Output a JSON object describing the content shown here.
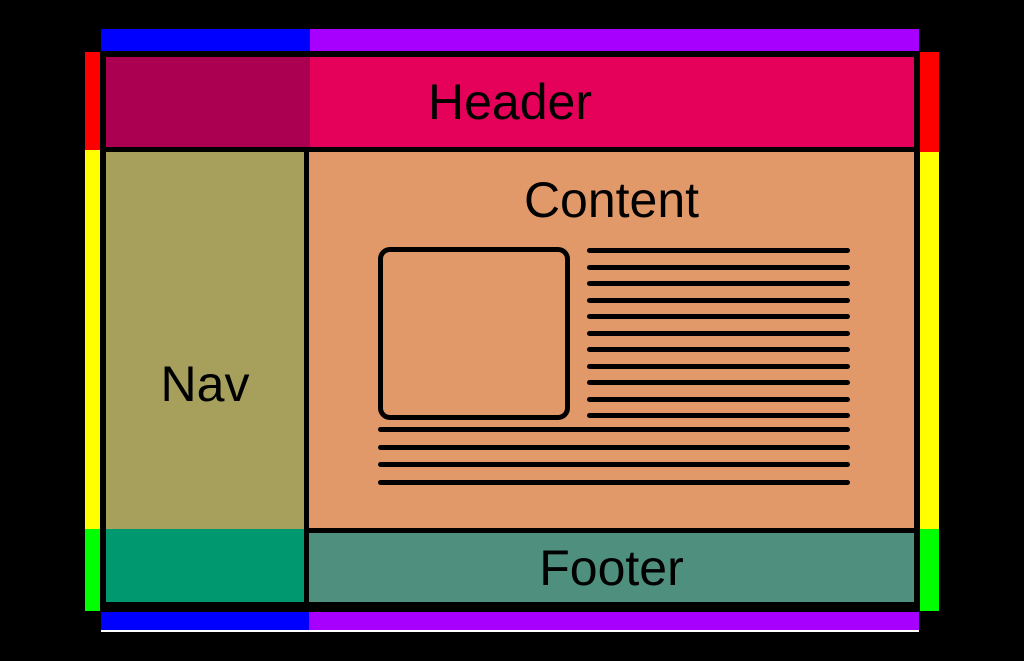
{
  "page": {
    "title_labels": {
      "header": "Header",
      "nav": "Nav",
      "content": "Content",
      "footer": "Footer"
    }
  },
  "colors": {
    "canvas_bg": "#000000",
    "header_left_overlap": "#AB0052",
    "header": "#E50059",
    "nav": "#A6A05C",
    "content": "#E1996A",
    "footer_left_overlap": "#00996F",
    "footer": "#4F8F7D",
    "track_blue": "#0000FF",
    "track_purple": "#A800FF",
    "track_red": "#FF0000",
    "track_yellow": "#FFFF00",
    "track_green": "#00FF00",
    "baseline_white": "#FFFFFF",
    "wireframe_ink": "#000000"
  },
  "wireframe": {
    "right_text_line_count": 11,
    "full_text_line_count": 4
  }
}
